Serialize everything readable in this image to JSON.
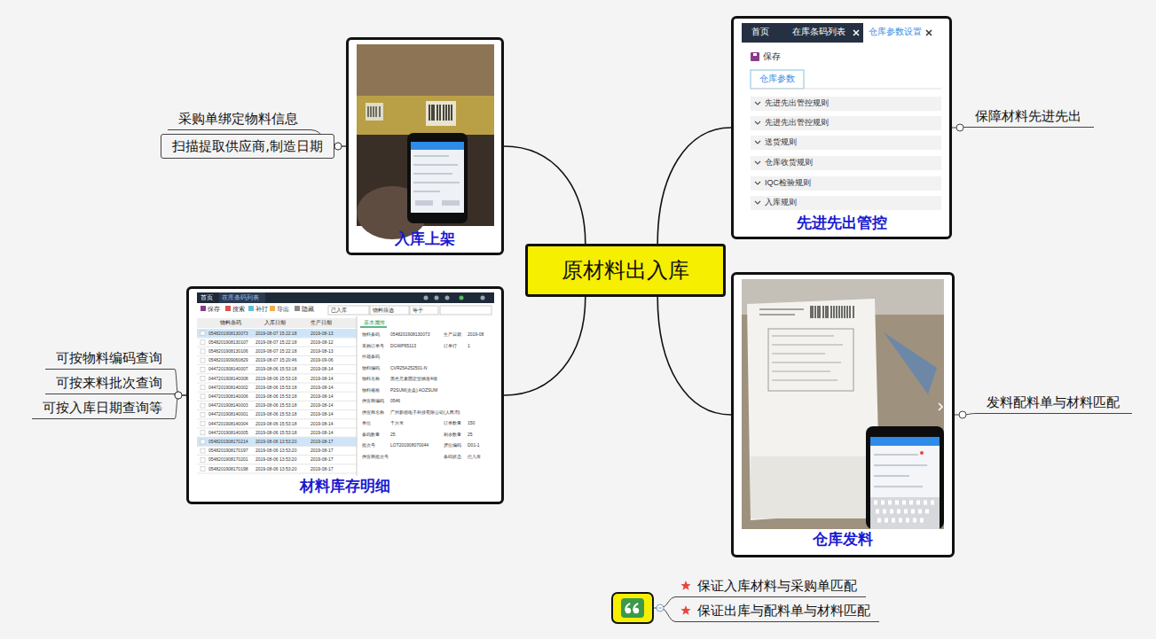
{
  "diagram": {
    "nodes": [
      {
        "text": [
          "原材料出入库"
        ]
      },
      {
        "text": [
          "入库上架"
        ]
      },
      {
        "text": [
          "先进先出管控"
        ]
      },
      {
        "text": [
          "材料库存明细"
        ]
      },
      {
        "text": [
          "仓库发料"
        ]
      },
      {
        "text": [
          "采购单绑定物料信息"
        ]
      },
      {
        "text": [
          "扫描提取供应商,制造日期"
        ]
      },
      {
        "text": [
          "保障材料先进先出"
        ]
      },
      {
        "text": [
          "可按物料编码查询"
        ]
      },
      {
        "text": [
          "可按来料批次查询"
        ]
      },
      {
        "text": [
          "可按入库日期查询等"
        ]
      },
      {
        "text": [
          "发料配料单与材料匹配"
        ]
      },
      {
        "text": [
          "保证入库材料与采购单匹配"
        ]
      },
      {
        "text": [
          "保证出库与配料单与材料匹配"
        ]
      }
    ],
    "edges": [
      {
        "from": 0,
        "to": 1,
        "arrow": "none"
      },
      {
        "from": 0,
        "to": 2,
        "arrow": "none"
      },
      {
        "from": 0,
        "to": 3,
        "arrow": "none"
      },
      {
        "from": 0,
        "to": 4,
        "arrow": "none"
      },
      {
        "from": 1,
        "to": 5,
        "arrow": "none"
      },
      {
        "from": 1,
        "to": 6,
        "arrow": "none"
      },
      {
        "from": 2,
        "to": 7,
        "arrow": "none"
      },
      {
        "from": 3,
        "to": 8,
        "arrow": "none"
      },
      {
        "from": 3,
        "to": 9,
        "arrow": "none"
      },
      {
        "from": 3,
        "to": 10,
        "arrow": "none"
      },
      {
        "from": 4,
        "to": 11,
        "arrow": "none"
      }
    ],
    "labels": [
      "首页",
      "在库条码列表",
      "仓库参数设置",
      "保存",
      "仓库参数",
      "先进先出管控规则",
      "先进先出管控规则",
      "送货规则",
      "仓库收货规则",
      "IQC检验规则",
      "入库规则",
      "首页",
      "在库条码列表",
      "保存",
      "搜索",
      "补打",
      "导出",
      "隐藏",
      "已入库",
      "物料筛选",
      "等于",
      "物料条码",
      "入库日期",
      "生产日期",
      "0548201908130073",
      "2019-08-07 15:22:18",
      "2019-08-13",
      "0548201908130107",
      "2019-08-07 15:22:18",
      "2019-08-12",
      "0548201908130106",
      "2019-08-07 15:22:18",
      "2019-08-13",
      "0548201909060829",
      "2019-08-07 15:20:46",
      "2019-09-06",
      "0447201908140007",
      "2019-08-06 15:53:18",
      "2019-08-14",
      "0447201908140008",
      "2019-08-06 15:53:18",
      "2019-08-14",
      "0447201908140002",
      "2019-08-06 15:53:18",
      "2019-08-14",
      "0447201908140006",
      "2019-08-06 15:53:18",
      "2019-08-14",
      "0447201908140003",
      "2019-08-06 15:53:18",
      "2019-08-14",
      "0447201908140001",
      "2019-08-06 15:53:18",
      "2019-08-14",
      "0447201908140004",
      "2019-08-06 15:53:18",
      "2019-08-14",
      "0447201908140005",
      "2019-08-06 15:53:18",
      "2019-08-14",
      "0548201908170214",
      "2019-08-06 13:53:20",
      "2019-08-17",
      "0548201908170197",
      "2019-08-06 13:53:20",
      "2019-08-17",
      "0548201908170201",
      "2019-08-06 13:53:20",
      "2019-08-17",
      "0548201908170198",
      "2019-08-06 13:53:20",
      "2019-08-17",
      "基本属性",
      "物料条码",
      "0548201908130073",
      "生产日期",
      "2019-08",
      "采购订单号",
      "DGWP65113",
      "订单行",
      "1",
      "外箱条码",
      "物料编码",
      "CVR25A252501-N",
      "物料名称",
      "黑色元素固定型插座4级",
      "物料规格",
      "P2SUM(金盘) AOZSUM",
      "供应商编码",
      "0546",
      "供应商名称",
      "广州新德电子科技有限公司(人民币)",
      "单位",
      "千方米",
      "订单数量",
      "150",
      "条码数量",
      "25",
      "剩余数量",
      "25",
      "批次号",
      "LOT201908070044",
      "货位编码",
      "D01-1",
      "供应商批次号",
      "条码状态",
      "已入库"
    ]
  }
}
